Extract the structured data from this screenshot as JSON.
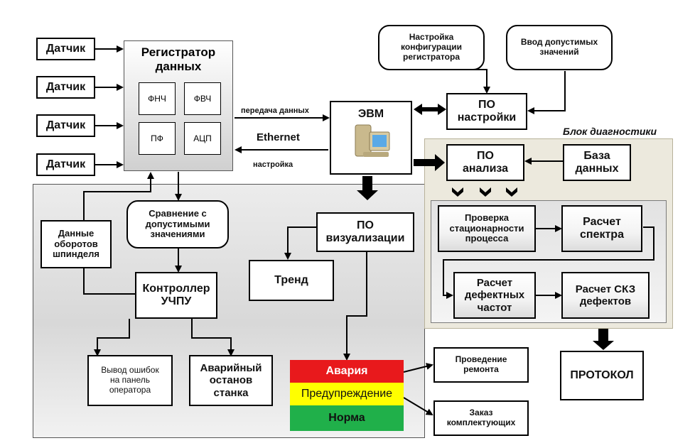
{
  "sensors": [
    "Датчик",
    "Датчик",
    "Датчик",
    "Датчик"
  ],
  "registrar": {
    "title": "Регистратор данных",
    "filters": [
      "ФНЧ",
      "ФВЧ",
      "ПФ",
      "АЦП"
    ]
  },
  "link": {
    "data_transfer": "передача данных",
    "ethernet": "Ethernet",
    "setup": "настройка"
  },
  "computer": {
    "title": "ЭВМ"
  },
  "config": {
    "registrar_setup": "Настройка конфигурации регистратора",
    "allowed_input": "Ввод допустимых значений",
    "setup_software": "ПО настройки"
  },
  "diagnostics": {
    "block_title": "Блок диагностики",
    "analysis_software": "ПО анализа",
    "database": "База данных",
    "stationarity_check": "Проверка стационарности процесса",
    "spectrum_calc": "Расчет спектра",
    "defect_freq_calc": "Расчет дефектных частот",
    "rms_defects_calc": "Расчет СКЗ дефектов"
  },
  "protocol": "ПРОТОКОЛ",
  "control": {
    "comparison": "Сравнение с допустимыми значениями",
    "spindle_data": "Данные оборотов шпинделя",
    "controller": "Контроллер УЧПУ",
    "error_output": "Вывод ошибок на панель оператора",
    "emergency_stop": "Аварийный останов станка"
  },
  "visualization": {
    "software": "ПО визуализации",
    "trend": "Тренд"
  },
  "status_levels": {
    "alarm": "Авария",
    "warning": "Предупреждение",
    "normal": "Норма",
    "colors": {
      "alarm": "#e8191c",
      "warning": "#ffff00",
      "normal": "#20b04a"
    }
  },
  "actions": {
    "repair": "Проведение ремонта",
    "order_parts": "Заказ комплектующих"
  }
}
